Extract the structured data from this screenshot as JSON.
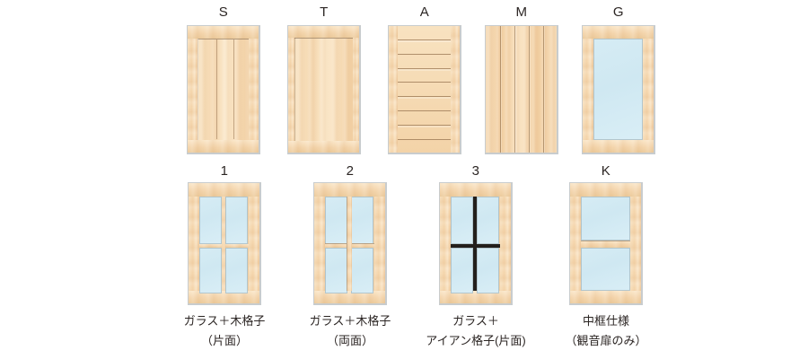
{
  "page": {
    "background_color": "#ffffff",
    "text_color": "#2b2523",
    "wood_color": "#f2d0a4",
    "glass_color": "#d3eaf3",
    "iron_color": "#231f1c",
    "frame_edge_color": "#c8ccce"
  },
  "rows": [
    {
      "name": "solid-door-row",
      "doors": [
        {
          "code": "S",
          "caption_line1": "",
          "caption_line2": "",
          "style_name": "framed-center-panel",
          "panel_grooves": 2
        },
        {
          "code": "T",
          "caption_line1": "",
          "caption_line2": "",
          "style_name": "flat-panel",
          "panel_grooves": 0
        },
        {
          "code": "A",
          "caption_line1": "",
          "caption_line2": "",
          "style_name": "horizontal-slat",
          "slats": 9
        },
        {
          "code": "M",
          "caption_line1": "",
          "caption_line2": "",
          "style_name": "vertical-plank",
          "planks": 5
        },
        {
          "code": "G",
          "caption_line1": "",
          "caption_line2": "",
          "style_name": "single-glass-panel",
          "glass_panes": 1
        }
      ]
    },
    {
      "name": "glass-door-row",
      "doors": [
        {
          "code": "1",
          "caption_line1": "ガラス＋木格子",
          "caption_line2": "（片面）",
          "style_name": "glass-wood-lattice-one-side",
          "glass_panes": 4
        },
        {
          "code": "2",
          "caption_line1": "ガラス＋木格子",
          "caption_line2": "（両面）",
          "style_name": "glass-wood-lattice-both-sides",
          "glass_panes": 4
        },
        {
          "code": "3",
          "caption_line1": "ガラス＋",
          "caption_line2": "アイアン格子(片面)",
          "style_name": "glass-iron-lattice-one-side",
          "glass_panes": 4
        },
        {
          "code": "K",
          "caption_line1": "中框仕様",
          "caption_line2": "（観音扉のみ）",
          "style_name": "middle-rail-glass",
          "glass_panes": 2
        }
      ]
    }
  ]
}
